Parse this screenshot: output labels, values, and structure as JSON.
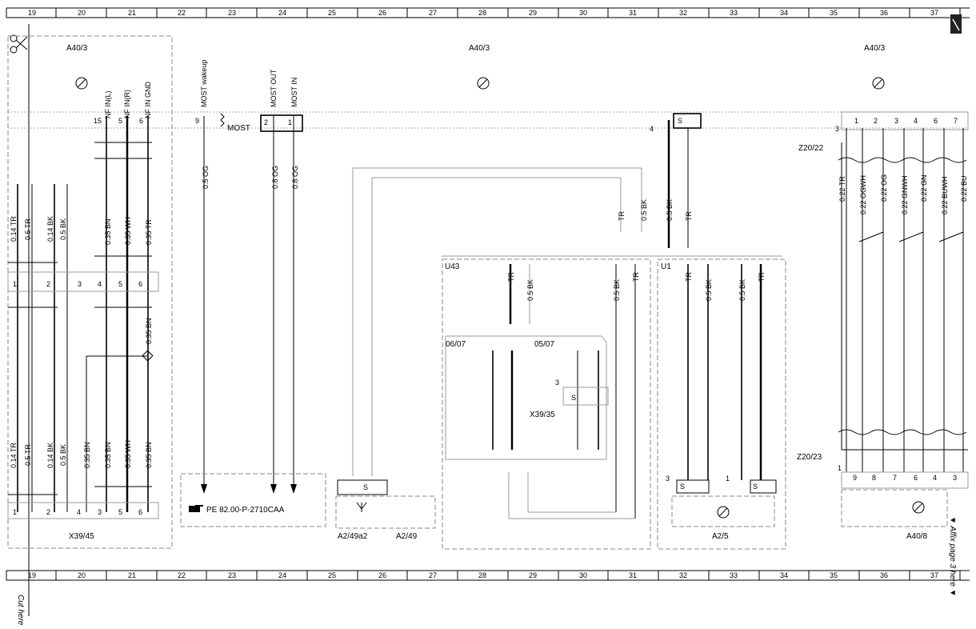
{
  "grid": {
    "columns": [
      "19",
      "20",
      "21",
      "22",
      "23",
      "24",
      "25",
      "26",
      "27",
      "28",
      "29",
      "30",
      "31",
      "32",
      "33",
      "34",
      "35",
      "36",
      "37"
    ]
  },
  "side_text": {
    "cut_here": "Cut here",
    "affix": "▼ Affix page 3 here ▼"
  },
  "components": {
    "a40_3_left": "A40/3",
    "a40_3_mid": "A40/3",
    "a40_3_right": "A40/3",
    "x39_45": "X39/45",
    "u43": "U43",
    "u1": "U1",
    "x39_35": "X39/35",
    "a2_49a2": "A2/49a2",
    "a2_49": "A2/49",
    "a2_5": "A2/5",
    "a40_8": "A40/8",
    "z20_22": "Z20/22",
    "z20_23": "Z20/23",
    "ver_0607": "06/07",
    "ver_0507": "05/07",
    "most": "MOST",
    "ref": "PE 82.00-P-2710CAA"
  },
  "signals": {
    "nf_in_l": "NF IN(L)",
    "nf_in_r": "NF IN(R)",
    "nf_in_gnd": "NF IN GND",
    "most_wakeup": "MOST wakeup",
    "most_out": "MOST OUT",
    "most_in": "MOST IN"
  },
  "wire_labels": {
    "w_014tr": "0.14 TR",
    "w_05tr": "0.5 TR",
    "w_014bk": "0.14 BK",
    "w_05bk": "0.5 BK",
    "w_035bn": "0.35 BN",
    "w_035wh": "0.35 WH",
    "w_035tr": "0.35 TR",
    "w_05og": "0.5 OG",
    "w_08og": "0.8 OG",
    "w_tr": "TR",
    "w_bk": "0.5 BK",
    "w_022tr": "0.22 TR",
    "w_022ogwh": "0.22 OGWH",
    "w_022og": "0.22 OG",
    "w_022gnwh": "0.22 GNWH",
    "w_022gn": "0.22 GN",
    "w_022buwh": "0.22 BUWH",
    "w_022bu": "0.22 BU"
  },
  "pins": {
    "p15": "15",
    "p5": "5",
    "p6": "6",
    "p9": "9",
    "p2": "2",
    "p1": "1",
    "p3": "3",
    "p4": "4",
    "p7": "7",
    "p8": "8",
    "s": "S"
  }
}
